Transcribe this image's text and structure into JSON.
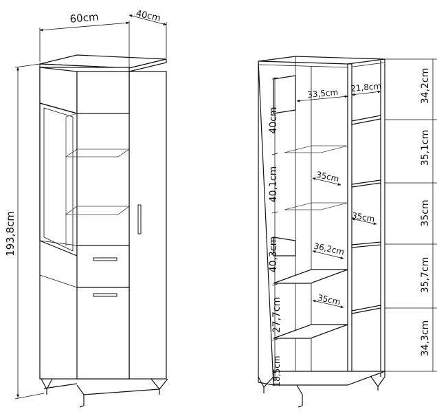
{
  "left_view": {
    "width_label": "60cm",
    "depth_label": "40cm",
    "height_label": "193,8cm"
  },
  "right_view": {
    "left_column": {
      "width_label": "33,5cm",
      "shelf_depth_labels": [
        "35cm",
        "36,2cm",
        "35cm"
      ],
      "section_heights": [
        "40cm",
        "40,1cm",
        "40,3cm",
        "27,7cm",
        "18,5cm"
      ]
    },
    "right_column": {
      "width_label": "21,8cm",
      "shelf_depth_label": "35cm",
      "section_heights": [
        "34,2cm",
        "35,1cm",
        "35cm",
        "35,7cm",
        "34,3cm"
      ]
    }
  }
}
